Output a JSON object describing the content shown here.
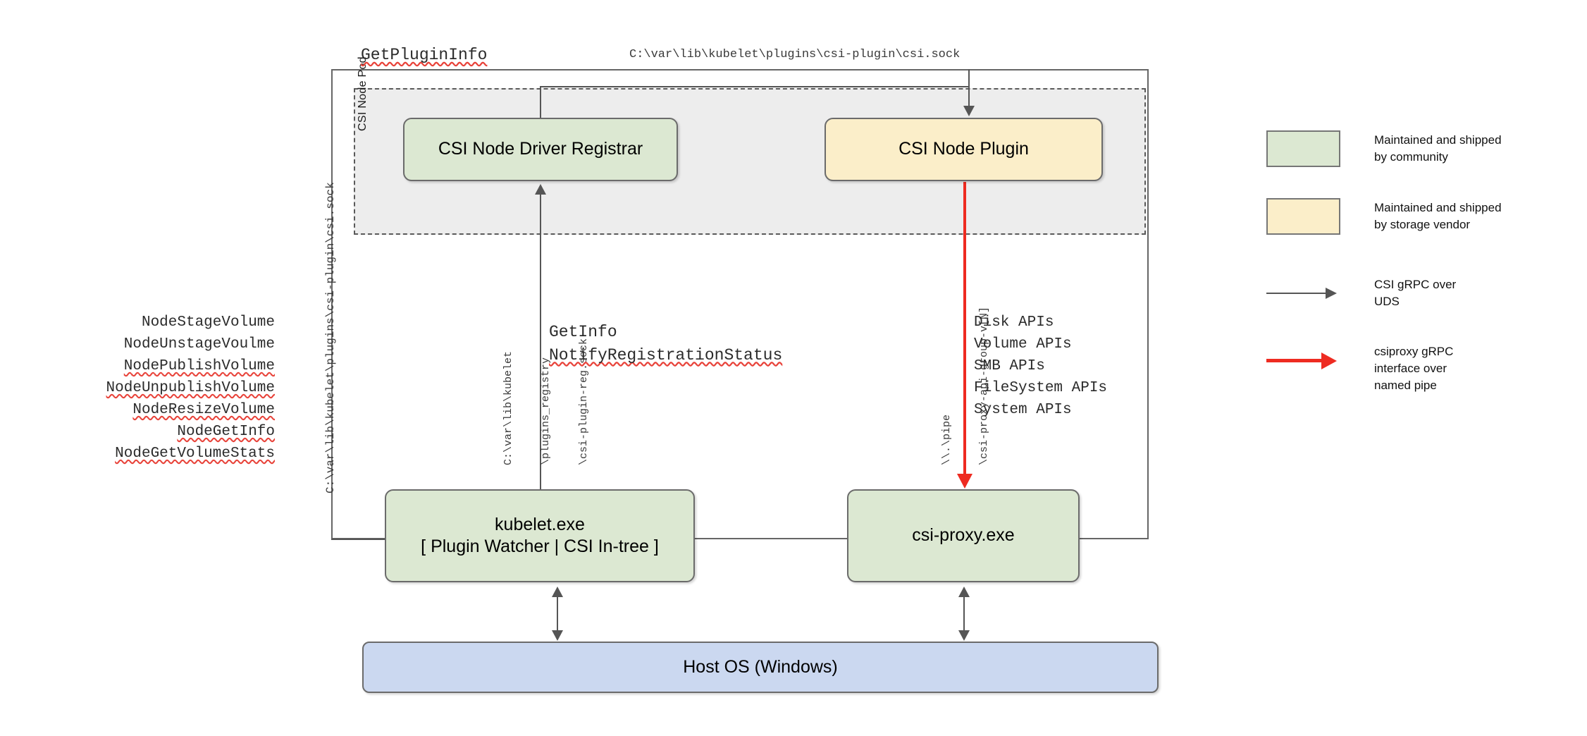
{
  "diagram": {
    "title_labels": {
      "get_plugin_info": "GetPluginInfo",
      "csi_sock_path_top": "C:\\var\\lib\\kubelet\\plugins\\csi-plugin\\csi.sock",
      "csi_sock_path_left": "C:\\var\\lib\\kubelet\\plugins\\csi-plugin\\csi.sock",
      "registration_sock_line1": "C:\\var\\lib\\kubelet",
      "registration_sock_line2": "\\plugins_registry",
      "registration_sock_line3": "\\csi-plugin-reg.sock",
      "named_pipe_line1": "\\\\.\\pipe",
      "named_pipe_line2": "\\csi-proxy-api-group-v[N]",
      "get_info": "GetInfo",
      "notify_registration_status": "NotifyRegistrationStatus"
    },
    "pod": {
      "label": "CSI Node Pod"
    },
    "nodes": {
      "registrar": "CSI Node Driver Registrar",
      "node_plugin": "CSI Node Plugin",
      "kubelet_line1": "kubelet.exe",
      "kubelet_line2": "[ Plugin Watcher | CSI In-tree ]",
      "csi_proxy": "csi-proxy.exe",
      "host_os": "Host OS (Windows)"
    },
    "csi_node_methods": [
      "NodeStageVolume",
      "NodeUnstageVoulme",
      "NodePublishVolume",
      "NodeUnpublishVolume",
      "NodeResizeVolume",
      "NodeGetInfo",
      "NodeGetVolumeStats"
    ],
    "csiproxy_api_groups": [
      "Disk APIs",
      "Volume APIs",
      "SMB APIs",
      "FileSystem APIs",
      "System APIs"
    ],
    "legend": [
      {
        "kind": "swatch",
        "color": "#dce8d2",
        "line1": "Maintained and shipped",
        "line2": "by community",
        "line3": ""
      },
      {
        "kind": "swatch",
        "color": "#fbeec9",
        "line1": "Maintained and shipped",
        "line2": "by storage vendor",
        "line3": ""
      },
      {
        "kind": "arrow",
        "color": "#555555",
        "line1": "CSI gRPC over",
        "line2": "UDS",
        "line3": ""
      },
      {
        "kind": "arrow",
        "color": "#ee2b21",
        "line1": "csiproxy gRPC",
        "line2": "interface over",
        "line3": "named pipe"
      }
    ],
    "colors": {
      "community_green": "#dce8d2",
      "vendor_yellow": "#fbeec9",
      "host_os_blue": "#cbd8f0",
      "pod_gray": "#ededed",
      "edge_gray": "#555555",
      "edge_red": "#ee2b21",
      "spellcheck_red": "#e8433a"
    }
  }
}
